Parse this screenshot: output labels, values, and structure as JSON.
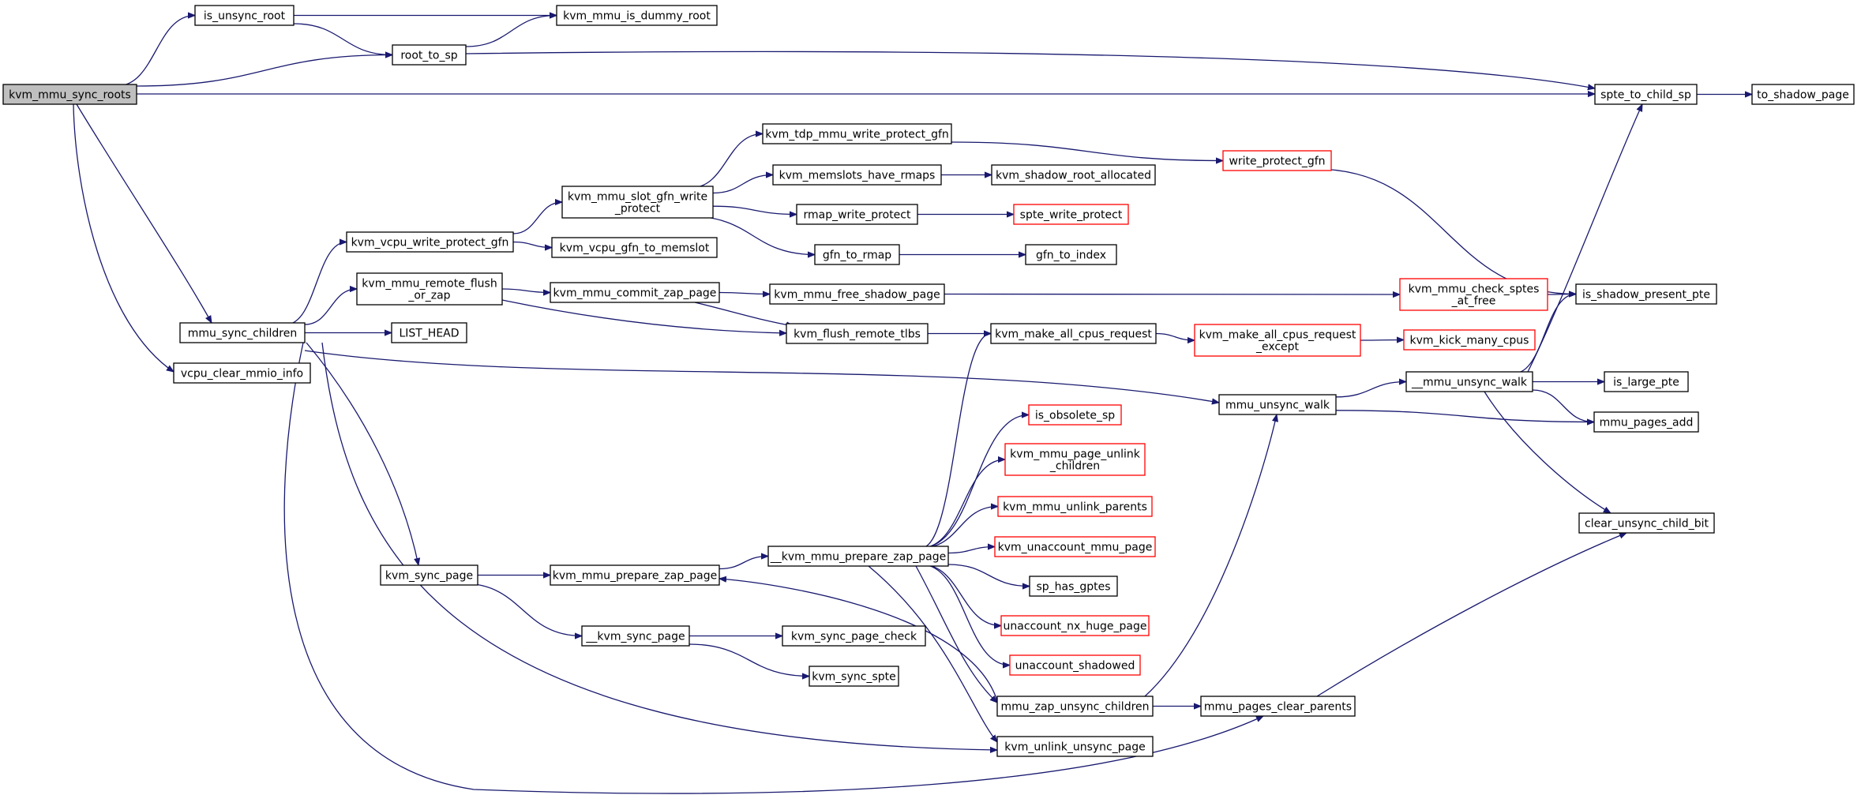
{
  "colors": {
    "edge": "#191970",
    "root_fill": "#bfbfbf",
    "red_border": "#ff0000",
    "border": "#000000"
  },
  "nodes": {
    "kvm_mmu_sync_roots": {
      "lines": [
        "kvm_mmu_sync_roots"
      ],
      "style": "root"
    },
    "is_unsync_root": {
      "lines": [
        "is_unsync_root"
      ]
    },
    "kvm_mmu_is_dummy_root": {
      "lines": [
        "kvm_mmu_is_dummy_root"
      ]
    },
    "root_to_sp": {
      "lines": [
        "root_to_sp"
      ]
    },
    "spte_to_child_sp": {
      "lines": [
        "spte_to_child_sp"
      ]
    },
    "to_shadow_page": {
      "lines": [
        "to_shadow_page"
      ]
    },
    "mmu_sync_children": {
      "lines": [
        "mmu_sync_children"
      ]
    },
    "vcpu_clear_mmio_info": {
      "lines": [
        "vcpu_clear_mmio_info"
      ]
    },
    "kvm_vcpu_write_protect_gfn": {
      "lines": [
        "kvm_vcpu_write_protect_gfn"
      ]
    },
    "kvm_mmu_remote_flush_or_zap": {
      "lines": [
        "kvm_mmu_remote_flush",
        "_or_zap"
      ]
    },
    "LIST_HEAD": {
      "lines": [
        "LIST_HEAD"
      ]
    },
    "kvm_sync_page": {
      "lines": [
        "kvm_sync_page"
      ]
    },
    "kvm_mmu_slot_gfn_write_protect": {
      "lines": [
        "kvm_mmu_slot_gfn_write",
        "_protect"
      ]
    },
    "kvm_vcpu_gfn_to_memslot": {
      "lines": [
        "kvm_vcpu_gfn_to_memslot"
      ]
    },
    "kvm_mmu_commit_zap_page": {
      "lines": [
        "kvm_mmu_commit_zap_page"
      ]
    },
    "kvm_mmu_prepare_zap_page": {
      "lines": [
        "kvm_mmu_prepare_zap_page"
      ]
    },
    "__kvm_sync_page": {
      "lines": [
        "__kvm_sync_page"
      ]
    },
    "kvm_tdp_mmu_write_protect_gfn": {
      "lines": [
        "kvm_tdp_mmu_write_protect_gfn"
      ]
    },
    "kvm_memslots_have_rmaps": {
      "lines": [
        "kvm_memslots_have_rmaps"
      ]
    },
    "rmap_write_protect": {
      "lines": [
        "rmap_write_protect"
      ]
    },
    "gfn_to_rmap": {
      "lines": [
        "gfn_to_rmap"
      ]
    },
    "kvm_mmu_free_shadow_page": {
      "lines": [
        "kvm_mmu_free_shadow_page"
      ]
    },
    "kvm_flush_remote_tlbs": {
      "lines": [
        "kvm_flush_remote_tlbs"
      ]
    },
    "__kvm_mmu_prepare_zap_page": {
      "lines": [
        "__kvm_mmu_prepare_zap_page"
      ]
    },
    "kvm_sync_page_check": {
      "lines": [
        "kvm_sync_page_check"
      ]
    },
    "kvm_sync_spte": {
      "lines": [
        "kvm_sync_spte"
      ]
    },
    "kvm_shadow_root_allocated": {
      "lines": [
        "kvm_shadow_root_allocated"
      ]
    },
    "spte_write_protect": {
      "lines": [
        "spte_write_protect"
      ],
      "style": "red"
    },
    "gfn_to_index": {
      "lines": [
        "gfn_to_index"
      ]
    },
    "kvm_make_all_cpus_request": {
      "lines": [
        "kvm_make_all_cpus_request"
      ]
    },
    "is_obsolete_sp": {
      "lines": [
        "is_obsolete_sp"
      ],
      "style": "red"
    },
    "kvm_mmu_page_unlink_children": {
      "lines": [
        "kvm_mmu_page_unlink",
        "_children"
      ],
      "style": "red"
    },
    "kvm_mmu_unlink_parents": {
      "lines": [
        "kvm_mmu_unlink_parents"
      ],
      "style": "red"
    },
    "kvm_unaccount_mmu_page": {
      "lines": [
        "kvm_unaccount_mmu_page"
      ],
      "style": "red"
    },
    "sp_has_gptes": {
      "lines": [
        "sp_has_gptes"
      ]
    },
    "unaccount_nx_huge_page": {
      "lines": [
        "unaccount_nx_huge_page"
      ],
      "style": "red"
    },
    "unaccount_shadowed": {
      "lines": [
        "unaccount_shadowed"
      ],
      "style": "red"
    },
    "mmu_zap_unsync_children": {
      "lines": [
        "mmu_zap_unsync_children"
      ]
    },
    "kvm_unlink_unsync_page": {
      "lines": [
        "kvm_unlink_unsync_page"
      ]
    },
    "write_protect_gfn": {
      "lines": [
        "write_protect_gfn"
      ],
      "style": "red"
    },
    "kvm_mmu_check_sptes_at_free": {
      "lines": [
        "kvm_mmu_check_sptes",
        "_at_free"
      ],
      "style": "red"
    },
    "kvm_make_all_cpus_request_except": {
      "lines": [
        "kvm_make_all_cpus_request",
        "_except"
      ],
      "style": "red"
    },
    "mmu_unsync_walk": {
      "lines": [
        "mmu_unsync_walk"
      ]
    },
    "mmu_pages_clear_parents": {
      "lines": [
        "mmu_pages_clear_parents"
      ]
    },
    "kvm_kick_many_cpus": {
      "lines": [
        "kvm_kick_many_cpus"
      ],
      "style": "red"
    },
    "__mmu_unsync_walk": {
      "lines": [
        "__mmu_unsync_walk"
      ]
    },
    "is_shadow_present_pte": {
      "lines": [
        "is_shadow_present_pte"
      ]
    },
    "is_large_pte": {
      "lines": [
        "is_large_pte"
      ]
    },
    "mmu_pages_add": {
      "lines": [
        "mmu_pages_add"
      ]
    },
    "clear_unsync_child_bit": {
      "lines": [
        "clear_unsync_child_bit"
      ]
    }
  },
  "edges": [
    [
      "kvm_mmu_sync_roots",
      "is_unsync_root"
    ],
    [
      "kvm_mmu_sync_roots",
      "root_to_sp"
    ],
    [
      "kvm_mmu_sync_roots",
      "spte_to_child_sp"
    ],
    [
      "kvm_mmu_sync_roots",
      "mmu_sync_children"
    ],
    [
      "kvm_mmu_sync_roots",
      "vcpu_clear_mmio_info"
    ],
    [
      "is_unsync_root",
      "kvm_mmu_is_dummy_root"
    ],
    [
      "is_unsync_root",
      "root_to_sp"
    ],
    [
      "root_to_sp",
      "kvm_mmu_is_dummy_root"
    ],
    [
      "root_to_sp",
      "spte_to_child_sp"
    ],
    [
      "spte_to_child_sp",
      "to_shadow_page"
    ],
    [
      "mmu_sync_children",
      "kvm_vcpu_write_protect_gfn"
    ],
    [
      "mmu_sync_children",
      "kvm_mmu_remote_flush_or_zap"
    ],
    [
      "mmu_sync_children",
      "LIST_HEAD"
    ],
    [
      "mmu_sync_children",
      "kvm_sync_page"
    ],
    [
      "mmu_sync_children",
      "mmu_unsync_walk"
    ],
    [
      "mmu_sync_children",
      "kvm_unlink_unsync_page"
    ],
    [
      "mmu_sync_children",
      "mmu_pages_clear_parents"
    ],
    [
      "kvm_vcpu_write_protect_gfn",
      "kvm_mmu_slot_gfn_write_protect"
    ],
    [
      "kvm_vcpu_write_protect_gfn",
      "kvm_vcpu_gfn_to_memslot"
    ],
    [
      "kvm_mmu_remote_flush_or_zap",
      "kvm_mmu_commit_zap_page"
    ],
    [
      "kvm_mmu_remote_flush_or_zap",
      "kvm_flush_remote_tlbs"
    ],
    [
      "kvm_sync_page",
      "kvm_mmu_prepare_zap_page"
    ],
    [
      "kvm_sync_page",
      "__kvm_sync_page"
    ],
    [
      "kvm_mmu_slot_gfn_write_protect",
      "kvm_tdp_mmu_write_protect_gfn"
    ],
    [
      "kvm_mmu_slot_gfn_write_protect",
      "kvm_memslots_have_rmaps"
    ],
    [
      "kvm_mmu_slot_gfn_write_protect",
      "rmap_write_protect"
    ],
    [
      "kvm_mmu_slot_gfn_write_protect",
      "gfn_to_rmap"
    ],
    [
      "kvm_mmu_commit_zap_page",
      "kvm_mmu_free_shadow_page"
    ],
    [
      "kvm_mmu_commit_zap_page",
      "kvm_flush_remote_tlbs"
    ],
    [
      "kvm_mmu_prepare_zap_page",
      "__kvm_mmu_prepare_zap_page"
    ],
    [
      "__kvm_sync_page",
      "kvm_sync_page_check"
    ],
    [
      "__kvm_sync_page",
      "kvm_sync_spte"
    ],
    [
      "kvm_tdp_mmu_write_protect_gfn",
      "write_protect_gfn"
    ],
    [
      "kvm_memslots_have_rmaps",
      "kvm_shadow_root_allocated"
    ],
    [
      "rmap_write_protect",
      "spte_write_protect"
    ],
    [
      "gfn_to_rmap",
      "gfn_to_index"
    ],
    [
      "kvm_mmu_free_shadow_page",
      "kvm_mmu_check_sptes_at_free"
    ],
    [
      "kvm_flush_remote_tlbs",
      "kvm_make_all_cpus_request"
    ],
    [
      "__kvm_mmu_prepare_zap_page",
      "kvm_make_all_cpus_request"
    ],
    [
      "__kvm_mmu_prepare_zap_page",
      "is_obsolete_sp"
    ],
    [
      "__kvm_mmu_prepare_zap_page",
      "kvm_mmu_page_unlink_children"
    ],
    [
      "__kvm_mmu_prepare_zap_page",
      "kvm_mmu_unlink_parents"
    ],
    [
      "__kvm_mmu_prepare_zap_page",
      "kvm_unaccount_mmu_page"
    ],
    [
      "__kvm_mmu_prepare_zap_page",
      "sp_has_gptes"
    ],
    [
      "__kvm_mmu_prepare_zap_page",
      "unaccount_nx_huge_page"
    ],
    [
      "__kvm_mmu_prepare_zap_page",
      "unaccount_shadowed"
    ],
    [
      "__kvm_mmu_prepare_zap_page",
      "mmu_zap_unsync_children"
    ],
    [
      "__kvm_mmu_prepare_zap_page",
      "kvm_unlink_unsync_page"
    ],
    [
      "mmu_zap_unsync_children",
      "kvm_mmu_prepare_zap_page"
    ],
    [
      "mmu_zap_unsync_children",
      "mmu_unsync_walk"
    ],
    [
      "mmu_zap_unsync_children",
      "mmu_pages_clear_parents"
    ],
    [
      "write_protect_gfn",
      "is_shadow_present_pte"
    ],
    [
      "kvm_mmu_check_sptes_at_free",
      "is_shadow_present_pte"
    ],
    [
      "kvm_make_all_cpus_request",
      "kvm_make_all_cpus_request_except"
    ],
    [
      "kvm_make_all_cpus_request_except",
      "kvm_kick_many_cpus"
    ],
    [
      "mmu_unsync_walk",
      "__mmu_unsync_walk"
    ],
    [
      "mmu_unsync_walk",
      "mmu_pages_add"
    ],
    [
      "mmu_pages_clear_parents",
      "clear_unsync_child_bit"
    ],
    [
      "__mmu_unsync_walk",
      "spte_to_child_sp"
    ],
    [
      "__mmu_unsync_walk",
      "is_shadow_present_pte"
    ],
    [
      "__mmu_unsync_walk",
      "is_large_pte"
    ],
    [
      "__mmu_unsync_walk",
      "mmu_pages_add"
    ],
    [
      "__mmu_unsync_walk",
      "clear_unsync_child_bit"
    ]
  ]
}
